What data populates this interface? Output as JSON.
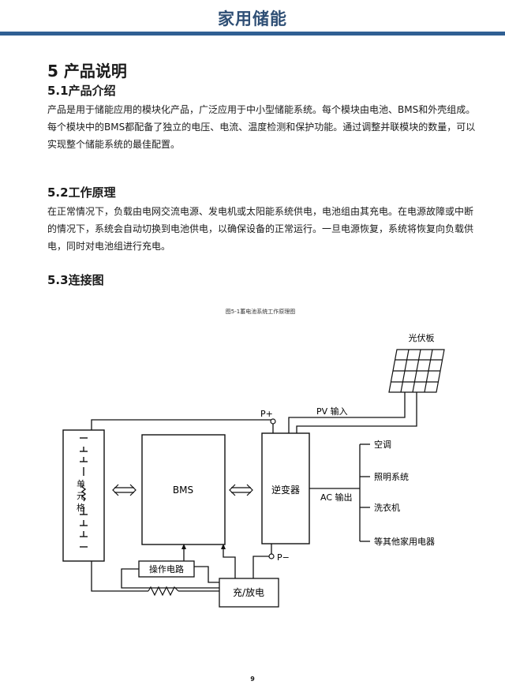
{
  "header": {
    "title": "家用储能"
  },
  "section": {
    "title": "5 产品说明",
    "s1": {
      "title": "5.1产品介绍",
      "lines": [
        "产品是用于储能应用的模块化产品，广泛应用于中小型储能系统。每个模块由电池、BMS和外壳组成。",
        "每个模块中的BMS都配备了独立的电压、电流、温度检测和保护功能。通过调整并联模块的数量，可以",
        "实现整个储能系统的最佳配置。"
      ]
    },
    "s2": {
      "title": "5.2工作原理",
      "lines": [
        "在正常情况下，负载由电网交流电源、发电机或太阳能系统供电，电池组由其充电。在电源故障或中断",
        "的情况下，系统会自动切换到电池供电，以确保设备的正常运行。一旦电源恢复，系统将恢复向负载供",
        "电，同时对电池组进行充电。"
      ]
    },
    "s3": {
      "title": "5.3连接图"
    }
  },
  "diagram": {
    "caption": "图5-1蓄电池系统工作原理图",
    "labels": {
      "solar_panel": "光伏板",
      "pv_input": "PV 输入",
      "p_plus": "P+",
      "p_minus": "P−",
      "cells": "单元格",
      "bms": "BMS",
      "inverter": "逆变器",
      "ac_output": "AC 输出",
      "operating_circuit": "操作电路",
      "charge_discharge": "充/放电"
    },
    "loads": [
      "空调",
      "照明系统",
      "洗衣机",
      "等其他家用电器"
    ]
  },
  "footer": {
    "page_number": "9"
  }
}
